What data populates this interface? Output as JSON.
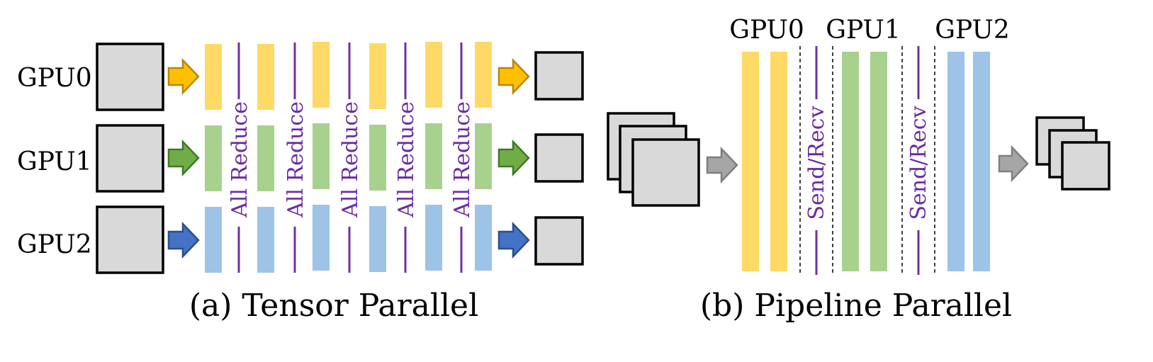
{
  "colors": {
    "yellow": "#ffd966",
    "green": "#a9d18e",
    "blue": "#9dc3e6",
    "arrow_yellow": "#ffc000",
    "arrow_yellow_stroke": "#b8860b",
    "arrow_green": "#70ad47",
    "arrow_green_stroke": "#3f7a26",
    "arrow_blue": "#4472c4",
    "arrow_blue_stroke": "#2a4f8f",
    "arrow_gray": "#a6a6a6",
    "arrow_gray_stroke": "#7f7f7f",
    "purple": "#7030a0",
    "box_fill": "#d9d9d9"
  },
  "tensor": {
    "gpu_labels": [
      "GPU0",
      "GPU1",
      "GPU2"
    ],
    "comm_labels": [
      "All Reduce",
      "All Reduce",
      "All Reduce",
      "All Reduce",
      "All Reduce"
    ],
    "caption": "(a) Tensor Parallel"
  },
  "pipeline": {
    "gpu_labels": [
      "GPU0",
      "GPU1",
      "GPU2"
    ],
    "comm_labels": [
      "Send/Recv",
      "Send/Recv"
    ],
    "caption": "(b) Pipeline Parallel"
  }
}
